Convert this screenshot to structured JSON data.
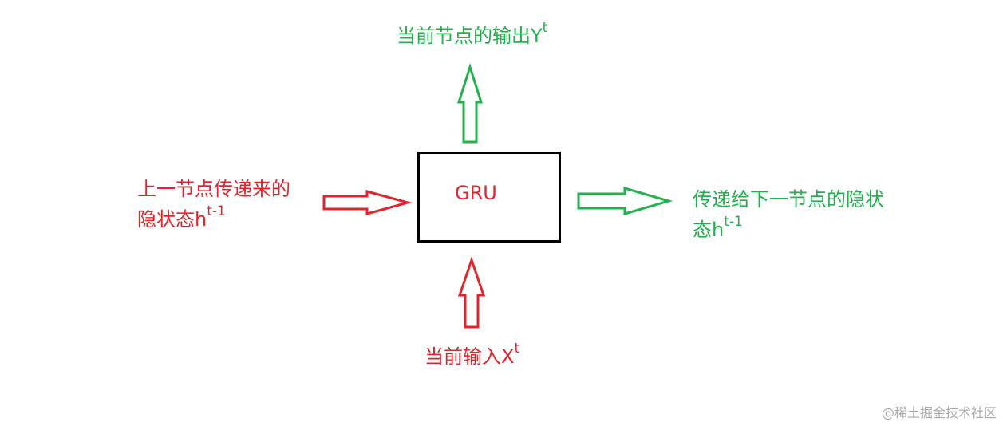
{
  "block": {
    "label": "GRU"
  },
  "labels": {
    "output_text": "当前节点的输出Y",
    "output_sup": "t",
    "prev_hidden_line1": "上一节点传递来的",
    "prev_hidden_line2": "隐状态h",
    "prev_hidden_sup": "t-1",
    "next_hidden_line1": "传递给下一节点的隐状",
    "next_hidden_line2": "态h",
    "next_hidden_sup": "t-1",
    "input_text": "当前输入X",
    "input_sup": "t"
  },
  "colors": {
    "input_arrows": "#e3242b",
    "output_arrows": "#22b14c",
    "box_border": "#000000"
  },
  "watermark": "@稀土掘金技术社区"
}
